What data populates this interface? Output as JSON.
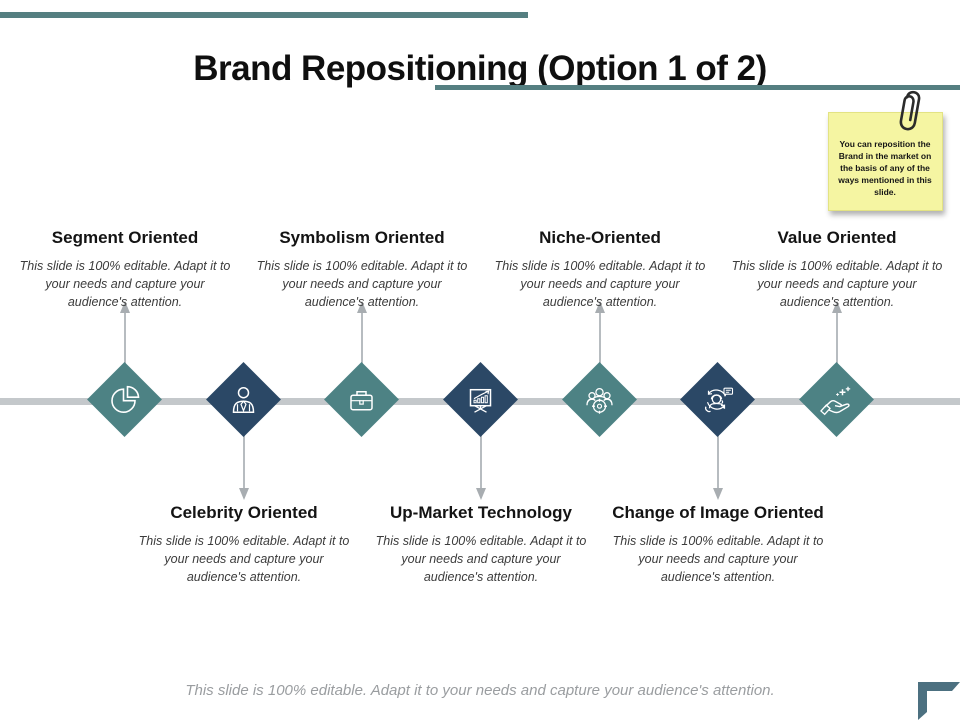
{
  "slide": {
    "title": "Brand Repositioning (Option 1 of 2)",
    "footer": "This slide is 100% editable. Adapt it to your needs and capture your audience's attention.",
    "sticky_note": "You can reposition the Brand in the market on the basis of any of the ways mentioned in this slide."
  },
  "colors": {
    "accent_teal": "#557F81",
    "diamond_teal": "#4D8284",
    "diamond_navy": "#2B4866",
    "timeline_gray": "#C4C8CB",
    "arrow_gray": "#A8ADB1",
    "sticky_yellow": "#F5F5A2",
    "bracket_teal": "#4C7080"
  },
  "items": [
    {
      "title": "Segment Oriented",
      "desc": "This slide is 100% editable. Adapt it to your needs and capture your audience's attention.",
      "side": "top",
      "icon": "pie-chart-icon",
      "diamond_color": "teal"
    },
    {
      "title": "Celebrity Oriented",
      "desc": "This slide is 100% editable. Adapt it to your needs and capture your audience's attention.",
      "side": "bottom",
      "icon": "businessman-icon",
      "diamond_color": "navy"
    },
    {
      "title": "Symbolism Oriented",
      "desc": "This slide is 100% editable. Adapt it to your needs and capture your audience's attention.",
      "side": "top",
      "icon": "briefcase-icon",
      "diamond_color": "teal"
    },
    {
      "title": "Up-Market Technology",
      "desc": "This slide is 100% editable. Adapt it to your needs and capture your audience's attention.",
      "side": "bottom",
      "icon": "growth-chart-icon",
      "diamond_color": "navy"
    },
    {
      "title": "Niche-Oriented",
      "desc": "This slide is 100% editable. Adapt it to your needs and capture your audience's attention.",
      "side": "top",
      "icon": "audience-target-icon",
      "diamond_color": "teal"
    },
    {
      "title": "Change of Image Oriented",
      "desc": "This slide is 100% editable. Adapt it to your needs and capture your audience's attention.",
      "side": "bottom",
      "icon": "customer-support-icon",
      "diamond_color": "navy"
    },
    {
      "title": "Value Oriented",
      "desc": "This slide is 100% editable. Adapt it to your needs and capture your audience's attention.",
      "side": "top",
      "icon": "hand-plus-icon",
      "diamond_color": "teal"
    }
  ]
}
